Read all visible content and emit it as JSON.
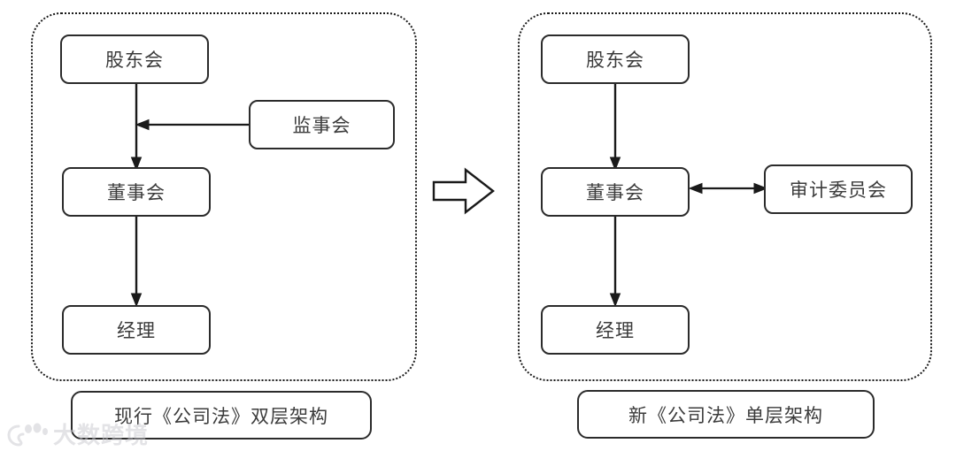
{
  "diagram": {
    "title_left": "现行《公司法》双层架构",
    "title_right": "新《公司法》单层架构",
    "panels": [
      {
        "id": "current-law",
        "caption": "现行《公司法》双层架构",
        "nodes": [
          {
            "id": "shareholders-meeting",
            "label": "股东会"
          },
          {
            "id": "board-of-directors",
            "label": "董事会"
          },
          {
            "id": "manager",
            "label": "经理"
          },
          {
            "id": "board-of-supervisors",
            "label": "监事会"
          }
        ],
        "edges": [
          {
            "from": "股东会",
            "to": "董事会",
            "type": "single"
          },
          {
            "from": "监事会",
            "to": "股东会-董事会连线",
            "type": "single"
          },
          {
            "from": "董事会",
            "to": "经理",
            "type": "single"
          }
        ]
      },
      {
        "id": "new-law",
        "caption": "新《公司法》单层架构",
        "nodes": [
          {
            "id": "shareholders-meeting",
            "label": "股东会"
          },
          {
            "id": "board-of-directors",
            "label": "董事会"
          },
          {
            "id": "manager",
            "label": "经理"
          },
          {
            "id": "audit-committee",
            "label": "审计委员会"
          }
        ],
        "edges": [
          {
            "from": "股东会",
            "to": "董事会",
            "type": "single"
          },
          {
            "from": "董事会",
            "to": "审计委员会",
            "type": "double"
          },
          {
            "from": "董事会",
            "to": "经理",
            "type": "single"
          }
        ]
      }
    ],
    "transition": {
      "icon": "right-block-arrow"
    },
    "colors": {
      "border": "#2b2b2b",
      "text": "#3b3b3b",
      "panel_border": "#1a1a1a",
      "watermark": "#c9c9cf"
    }
  },
  "watermark": {
    "text": "大数跨境",
    "icon": "paw-logo-icon"
  }
}
